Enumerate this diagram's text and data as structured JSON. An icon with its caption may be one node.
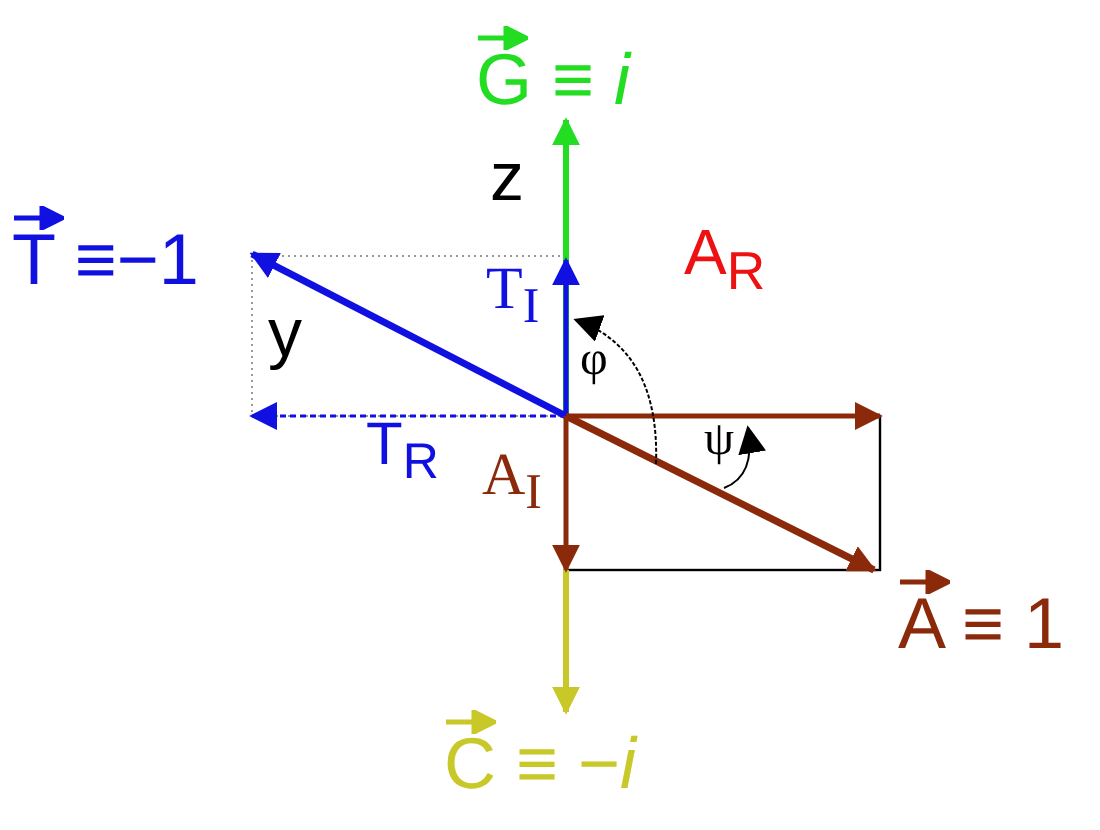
{
  "diagram": {
    "labels": [
      "G ≡ *i*",
      "z",
      "T ≡−1",
      "y",
      "T$_{I}$",
      "φ",
      "A$_{R}$",
      "ψ",
      "T$_{R}$",
      "A$_{I}$",
      "A ≡ 1",
      "C ≡ −*i*"
    ]
  }
}
